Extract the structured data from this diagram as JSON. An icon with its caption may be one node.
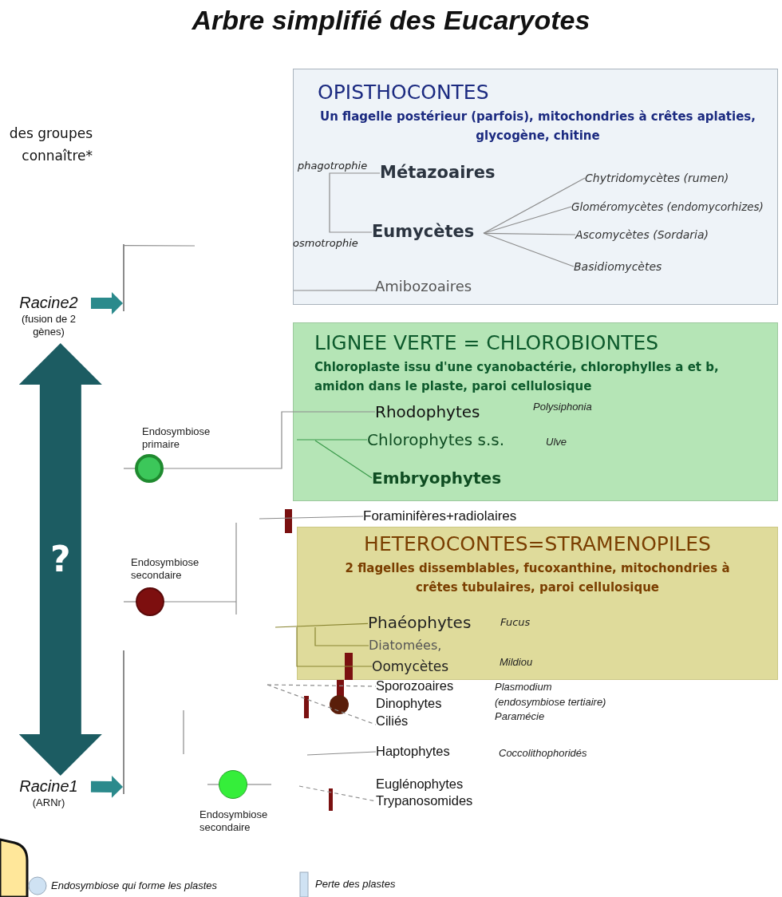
{
  "diagram": {
    "title": "Arbre simplifié des Eucaryotes",
    "nodes": [
      {
        "text": [
          "OPISTHOCONTES",
          "Un flagelle postérieur (parfois), mitochondries à crêtes aplaties, glycogène, chitine"
        ]
      },
      {
        "text": [
          "Métazoaires"
        ],
        "in": 0,
        "beside": [
          "phagotrophie"
        ]
      },
      {
        "text": [
          "Eumycètes"
        ],
        "in": 0,
        "beside": [
          "osmotrophie"
        ]
      },
      {
        "text": [
          "Chytridomycètes (rumen)"
        ],
        "in": 0
      },
      {
        "text": [
          "Gloméromycètes (endomycorhizes)"
        ],
        "in": 0
      },
      {
        "text": [
          "Ascomycètes (Sordaria)"
        ],
        "in": 0
      },
      {
        "text": [
          "Basidiomycètes"
        ],
        "in": 0
      },
      {
        "text": [
          "Amibozoaires"
        ],
        "in": 0
      },
      {
        "text": [
          "LIGNEE VERTE = CHLOROBIONTES",
          "Chloroplaste issu d'une cyanobactérie, chlorophylles a et b, amidon dans le plaste, paroi cellulosique"
        ]
      },
      {
        "text": [
          "Rhodophytes"
        ],
        "in": 8
      },
      {
        "text": [
          "Chlorophytes s.s."
        ],
        "in": 8
      },
      {
        "text": [
          "Embryophytes"
        ],
        "in": 8
      },
      {
        "text": [],
        "shape": "circle",
        "beside": [
          "Endosymbiose primaire"
        ]
      },
      {
        "text": [
          "Foraminifères+radiolaires"
        ]
      },
      {
        "text": [
          "HETEROCONTES=STRAMENOPILES",
          "2 flagelles dissemblables, fucoxanthine, mitochondries à crêtes tubulaires, paroi cellulosique"
        ]
      },
      {
        "text": [
          "Phaéophytes"
        ],
        "in": 14,
        "beside": [
          "Fucus"
        ]
      },
      {
        "text": [
          "Diatomées,"
        ],
        "in": 14
      },
      {
        "text": [
          "Oomycètes"
        ],
        "in": 14
      },
      {
        "text": [],
        "shape": "circle",
        "beside": [
          "Endosymbiose secondaire"
        ]
      },
      {
        "text": [
          "Sporozoaires"
        ],
        "beside": [
          "Plasmodium"
        ]
      },
      {
        "text": [
          "Dinophytes"
        ]
      },
      {
        "text": [
          "Ciliés"
        ]
      },
      {
        "text": [
          "Haptophytes"
        ]
      },
      {
        "text": [
          "Euglénophytes"
        ]
      },
      {
        "text": [
          "Trypanosomides"
        ]
      },
      {
        "text": [],
        "shape": "circle",
        "beside": [
          "Endosymbiose secondaire"
        ]
      },
      {
        "text": [
          "Racine2",
          "(fusion de 2 gènes)"
        ]
      },
      {
        "text": [
          "Racine1",
          "(ARNr)"
        ]
      },
      {
        "text": [],
        "shape": "bar"
      },
      {
        "text": [],
        "shape": "bar"
      }
    ],
    "edges": [
      {
        "from": 26,
        "to": 28,
        "arrow": "to",
        "style": "thick",
        "color": "#2b8a8c"
      },
      {
        "from": 27,
        "to": 29,
        "arrow": "to",
        "style": "thick",
        "color": "#2b8a8c"
      },
      {
        "from": 26,
        "to": 27,
        "arrow": "both",
        "label": "?",
        "style": "thick",
        "color": "#1c5c62"
      },
      {
        "from": 1,
        "to": 2,
        "arrow": "none"
      },
      {
        "from": 2,
        "to": 3,
        "arrow": "none"
      },
      {
        "from": 2,
        "to": 4,
        "arrow": "none"
      },
      {
        "from": 2,
        "to": 5,
        "arrow": "none"
      },
      {
        "from": 2,
        "to": 6,
        "arrow": "none"
      },
      {
        "from": null,
        "to": 7,
        "arrow": "none"
      },
      {
        "from": 12,
        "to": 9,
        "arrow": "none"
      },
      {
        "from": null,
        "to": 10,
        "arrow": "none",
        "color": "#3a9a4a"
      },
      {
        "from": null,
        "to": 11,
        "arrow": "none",
        "color": "#3a9a4a"
      },
      {
        "from": null,
        "to": 12,
        "arrow": "none"
      },
      {
        "from": null,
        "to": 13,
        "arrow": "none"
      },
      {
        "from": null,
        "to": 18,
        "arrow": "none"
      },
      {
        "from": 18,
        "to": null,
        "arrow": "none"
      },
      {
        "from": null,
        "to": 15,
        "arrow": "none",
        "color": "#8a8632"
      },
      {
        "from": null,
        "to": 16,
        "arrow": "none",
        "color": "#8a8632"
      },
      {
        "from": null,
        "to": 17,
        "arrow": "none",
        "color": "#8a8632"
      },
      {
        "from": null,
        "to": 19,
        "arrow": "none",
        "style": "dashed"
      },
      {
        "from": null,
        "to": 21,
        "arrow": "none",
        "style": "dashed"
      },
      {
        "from": null,
        "to": 22,
        "arrow": "none"
      },
      {
        "from": null,
        "to": 25,
        "arrow": "none"
      },
      {
        "from": 25,
        "to": null,
        "arrow": "none"
      },
      {
        "from": null,
        "to": 24,
        "arrow": "none",
        "style": "dashed"
      },
      {
        "from": 28,
        "to": null,
        "arrow": "none"
      }
    ],
    "labels": [
      "des groupes connaître*",
      "Polysiphonia",
      "Ulve",
      "Mildiou",
      "(endosymbiose tertiaire)",
      "Paramécie",
      "Coccolithophoridés"
    ],
    "legend": [
      {
        "text": "Endosymbiose qui forme les plastes",
        "color": "#cfe2f3"
      },
      {
        "text": "Perte des plastes",
        "color": "#cfe2f3"
      }
    ]
  }
}
